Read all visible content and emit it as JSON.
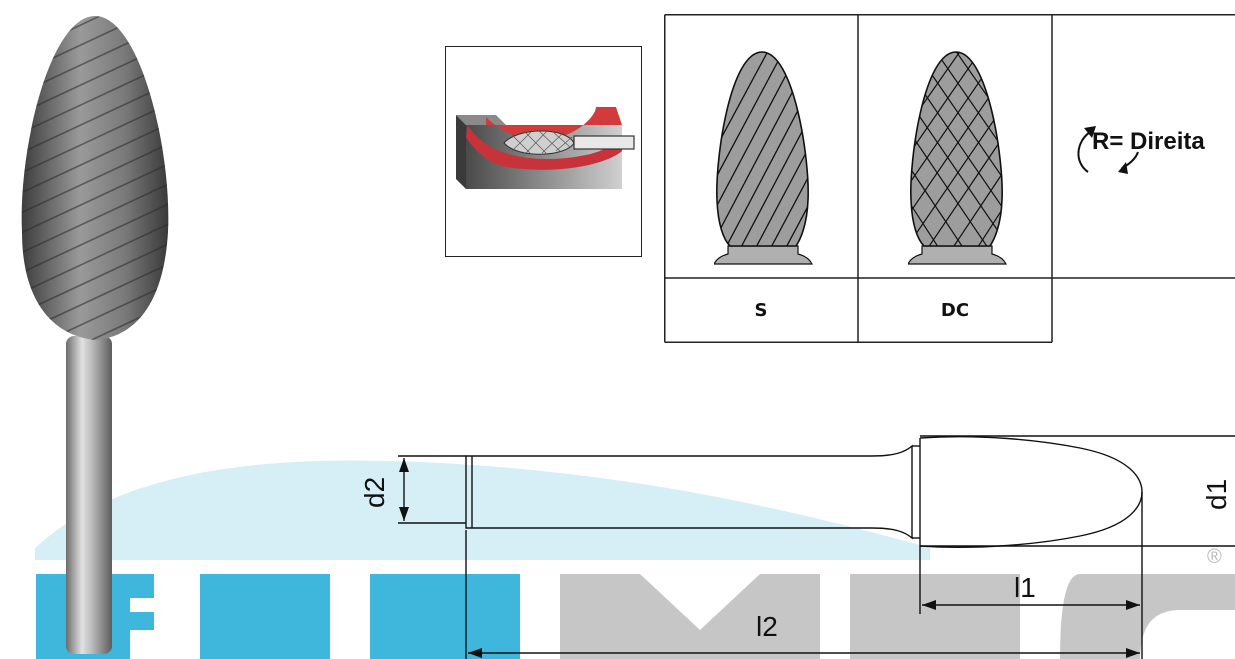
{
  "watermark": {
    "text": "FERMEC",
    "registered_mark": "®",
    "colors": {
      "blue": "#3fb6dc",
      "gray": "#c6c6c6"
    }
  },
  "product_photo": {
    "icon": "flame-burr-photo-icon"
  },
  "application_icon": {
    "icon": "workpiece-fillet-icon"
  },
  "cuts": [
    {
      "code": "S",
      "icon": "single-cut-burr-icon"
    },
    {
      "code": "DC",
      "icon": "double-cut-burr-icon"
    }
  ],
  "rotation": {
    "label": "R= Direita",
    "icon": "clockwise-rotation-icon"
  },
  "dimensions": {
    "d1": "d1",
    "d2": "d2",
    "l1": "l1",
    "l2": "l2"
  }
}
